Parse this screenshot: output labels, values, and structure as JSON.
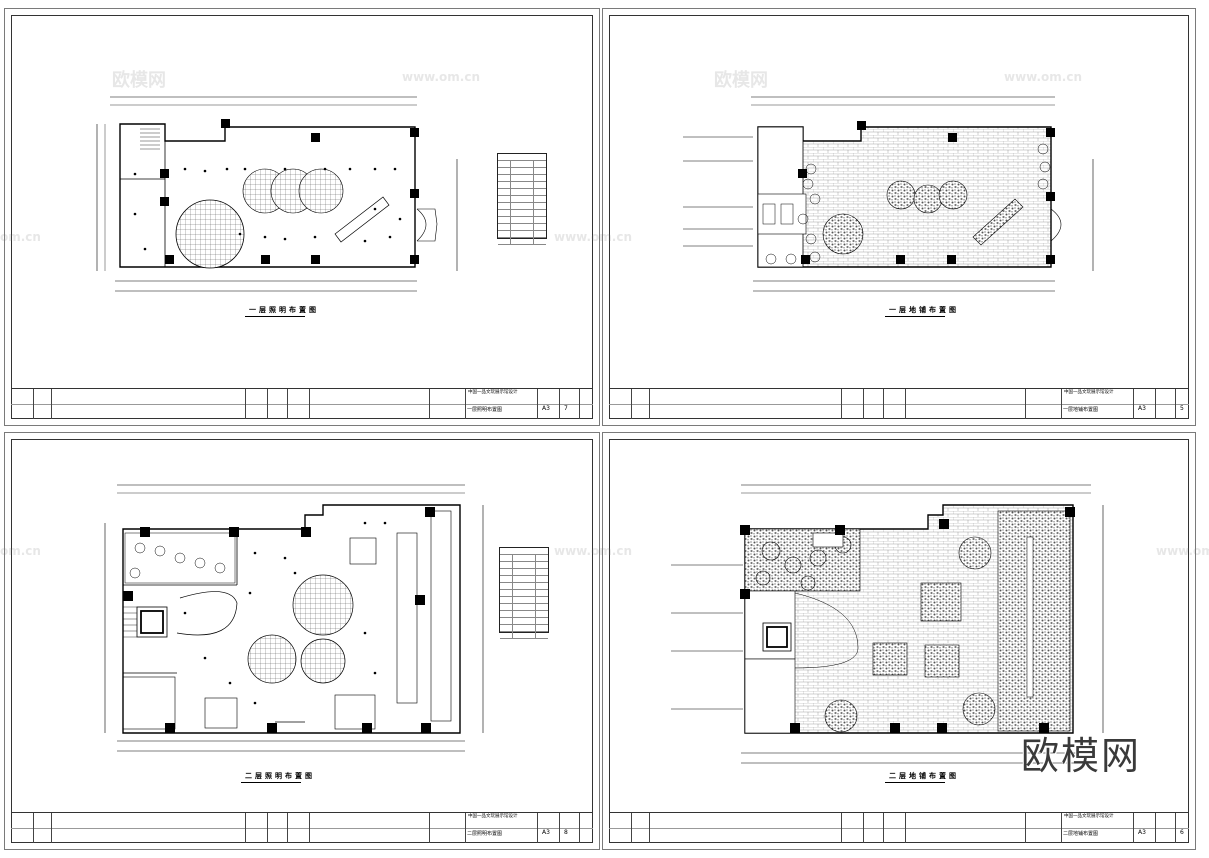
{
  "watermark": {
    "brand": "欧模网",
    "url": "www.om.cn",
    "url_short": "om.cn"
  },
  "sheets": [
    {
      "plan_title": "一层照明布置图",
      "drawing_name": "一层照明布置图",
      "project": "中国一品文玩展示馆设计",
      "paper": "A3",
      "sheet_no": "7"
    },
    {
      "plan_title": "一层地铺布置图",
      "drawing_name": "一层地铺布置图",
      "project": "中国一品文玩展示馆设计",
      "paper": "A3",
      "sheet_no": "5"
    },
    {
      "plan_title": "二层照明布置图",
      "drawing_name": "二层照明布置图",
      "project": "中国一品文玩展示馆设计",
      "paper": "A3",
      "sheet_no": "8"
    },
    {
      "plan_title": "二层地铺布置图",
      "drawing_name": "二层地铺布置图",
      "project": "中国一品文玩展示馆设计",
      "paper": "A3",
      "sheet_no": "6"
    }
  ]
}
